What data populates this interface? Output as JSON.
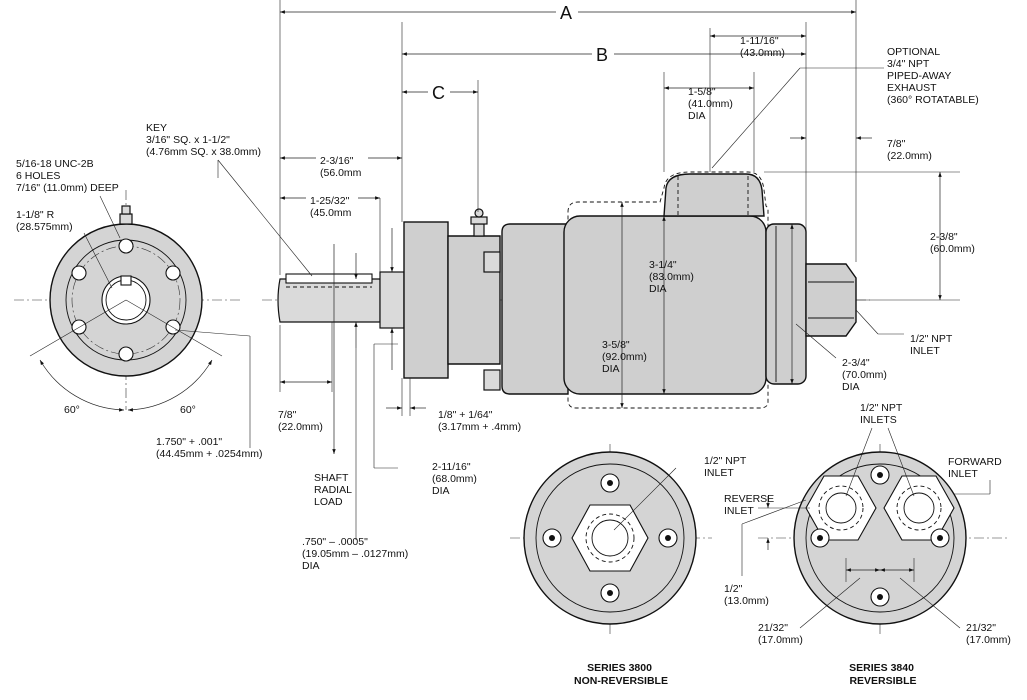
{
  "dimensions": {
    "A": "A",
    "B": "B",
    "C": "C",
    "d_1_11_16": [
      "1-11/16\"",
      "(43.0mm)"
    ],
    "exhaust": [
      "OPTIONAL",
      "3/4\" NPT",
      "PIPED-AWAY",
      "EXHAUST",
      "(360° ROTATABLE)"
    ],
    "d_1_5_8": [
      "1-5/8\"",
      "(41.0mm)",
      "DIA"
    ],
    "d_7_8_right": [
      "7/8\"",
      "(22.0mm)"
    ],
    "d_2_3_8": [
      "2-3/8\"",
      "(60.0mm)"
    ],
    "d_3_1_4": [
      "3-1/4\"",
      "(83.0mm)",
      "DIA"
    ],
    "d_3_5_8": [
      "3-5/8\"",
      "(92.0mm)",
      "DIA"
    ],
    "d_2_3_4": [
      "2-3/4\"",
      "(70.0mm)",
      "DIA"
    ],
    "inlet_side": [
      "1/2\" NPT",
      "INLET"
    ],
    "key": [
      "KEY",
      "3/16\" SQ. x 1-1/2\"",
      "(4.76mm SQ. x 38.0mm)"
    ],
    "d_2_3_16": [
      "2-3/16\"",
      "(56.0mm"
    ],
    "d_1_25_32": [
      "1-25/32\"",
      "(45.0mm"
    ],
    "holes": [
      "5/16-18 UNC-2B",
      "6 HOLES",
      "7/16\" (11.0mm) DEEP"
    ],
    "radius": [
      "1-1/8\" R",
      "(28.575mm)"
    ],
    "angle_left": "60°",
    "angle_right": "60°",
    "d_7_8_left": [
      "7/8\"",
      "(22.0mm)"
    ],
    "d_1_8": [
      "1/8\" + 1/64\"",
      "(3.17mm + .4mm)"
    ],
    "bolt_circle": [
      "1.750\" + .001\"",
      "(44.45mm + .0254mm)"
    ],
    "d_2_11_16": [
      "2-11/16\"",
      "(68.0mm)",
      "DIA"
    ],
    "shaft_load": [
      "SHAFT",
      "RADIAL",
      "LOAD"
    ],
    "shaft_dia": [
      ".750\" – .0005\"",
      "(19.05mm – .0127mm)",
      "DIA"
    ],
    "inlet_3800": [
      "1/2\" NPT",
      "INLET"
    ],
    "inlets_3840": [
      "1/2\" NPT",
      "INLETS"
    ],
    "forward": [
      "FORWARD",
      "INLET"
    ],
    "reverse": [
      "REVERSE",
      "INLET"
    ],
    "d_1_2": [
      "1/2\"",
      "(13.0mm)"
    ],
    "d_21_32_left": [
      "21/32\"",
      "(17.0mm)"
    ],
    "d_21_32_right": [
      "21/32\"",
      "(17.0mm)"
    ]
  },
  "captions": {
    "series_3800": [
      "SERIES 3800",
      "NON-REVERSIBLE"
    ],
    "series_3840": [
      "SERIES 3840",
      "REVERSIBLE"
    ]
  },
  "colors": {
    "line": "#111111",
    "fill": "#cfcfcf",
    "background": "#ffffff"
  }
}
